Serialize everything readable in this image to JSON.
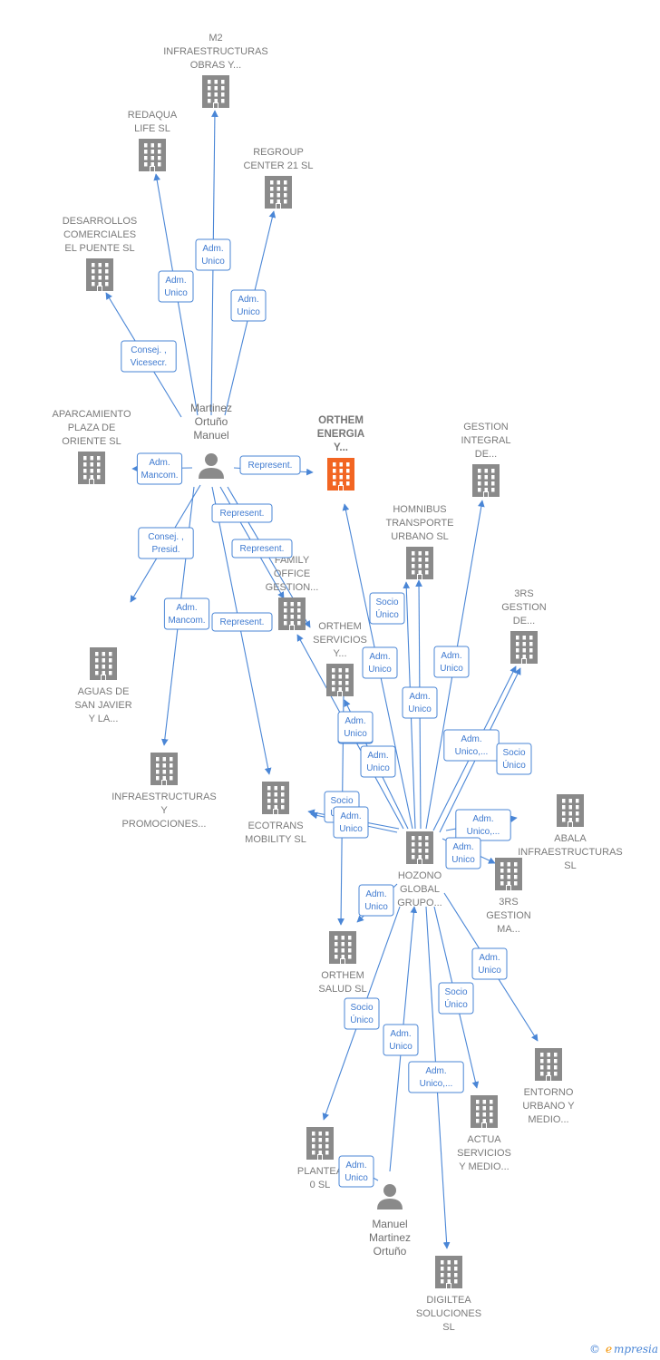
{
  "colors": {
    "building": "#8a8a8a",
    "focus_building": "#f26522",
    "person": "#8a8a8a",
    "edge": "#4a86d6",
    "tag_text": "#3f7ad0"
  },
  "nodes": [
    {
      "id": "m2",
      "label": [
        "M2",
        "INFRAESTRUCTURAS",
        "OBRAS Y..."
      ],
      "type": "company"
    },
    {
      "id": "redaqua",
      "label": [
        "REDAQUA",
        "LIFE  SL"
      ],
      "type": "company"
    },
    {
      "id": "regroup",
      "label": [
        "REGROUP",
        "CENTER 21 SL"
      ],
      "type": "company"
    },
    {
      "id": "desarrollos",
      "label": [
        "DESARROLLOS",
        "COMERCIALES",
        "EL PUENTE SL"
      ],
      "type": "company"
    },
    {
      "id": "aparcamiento",
      "label": [
        "APARCAMIENTO",
        "PLAZA DE",
        "ORIENTE SL"
      ],
      "type": "company"
    },
    {
      "id": "martinez",
      "label": [
        "Martinez",
        "Ortuño",
        "Manuel"
      ],
      "type": "person"
    },
    {
      "id": "orthem_energia",
      "label": [
        "ORTHEM",
        "ENERGIA",
        "Y..."
      ],
      "type": "focus"
    },
    {
      "id": "gestion_integral",
      "label": [
        "GESTION",
        "INTEGRAL",
        "DE..."
      ],
      "type": "company"
    },
    {
      "id": "homnibus",
      "label": [
        "HOMNIBUS",
        "TRANSPORTE",
        "URBANO  SL"
      ],
      "type": "company"
    },
    {
      "id": "family_office",
      "label": [
        "FAMILY",
        "OFFICE",
        "GESTION..."
      ],
      "type": "company"
    },
    {
      "id": "aguas",
      "label": [
        "AGUAS DE",
        "SAN JAVIER",
        "Y LA..."
      ],
      "type": "company"
    },
    {
      "id": "orthem_servicios",
      "label": [
        "ORTHEM",
        "SERVICIOS",
        "Y..."
      ],
      "type": "company"
    },
    {
      "id": "3rs_gestion_de",
      "label": [
        "3RS",
        "GESTION",
        "DE..."
      ],
      "type": "company"
    },
    {
      "id": "infraestructuras_promo",
      "label": [
        "INFRAESTRUCTURAS",
        "Y",
        "PROMOCIONES..."
      ],
      "type": "company"
    },
    {
      "id": "ecotrans",
      "label": [
        "ECOTRANS",
        "MOBILITY  SL"
      ],
      "type": "company"
    },
    {
      "id": "hozono",
      "label": [
        "HOZONO",
        "GLOBAL",
        "GRUPO..."
      ],
      "type": "company"
    },
    {
      "id": "abala",
      "label": [
        "ABALA",
        "INFRAESTRUCTURAS",
        "SL"
      ],
      "type": "company"
    },
    {
      "id": "3rs_gestion_ma",
      "label": [
        "3RS",
        "GESTION",
        "MA..."
      ],
      "type": "company"
    },
    {
      "id": "orthem_salud",
      "label": [
        "ORTHEM",
        "SALUD  SL"
      ],
      "type": "company"
    },
    {
      "id": "entorno",
      "label": [
        "ENTORNO",
        "URBANO Y",
        "MEDIO..."
      ],
      "type": "company"
    },
    {
      "id": "actua",
      "label": [
        "ACTUA",
        "SERVICIOS",
        "Y MEDIO..."
      ],
      "type": "company"
    },
    {
      "id": "plantea",
      "label": [
        "PLANTEA",
        "0 SL"
      ],
      "type": "company"
    },
    {
      "id": "manuel",
      "label": [
        "Manuel",
        "Martinez",
        "Ortuño"
      ],
      "type": "person"
    },
    {
      "id": "digiltea",
      "label": [
        "DIGILTEA",
        "SOLUCIONES",
        "SL"
      ],
      "type": "company"
    }
  ],
  "edges": [
    {
      "from": "martinez",
      "to": "m2",
      "tag": [
        "Adm.",
        "Unico"
      ]
    },
    {
      "from": "martinez",
      "to": "redaqua",
      "tag": [
        "Adm.",
        "Unico"
      ]
    },
    {
      "from": "martinez",
      "to": "regroup",
      "tag": [
        "Adm.",
        "Unico"
      ]
    },
    {
      "from": "martinez",
      "to": "desarrollos",
      "tag": [
        "Consej. ,",
        "Vicesecr."
      ]
    },
    {
      "from": "martinez",
      "to": "aparcamiento",
      "tag": [
        "Adm.",
        "Mancom."
      ]
    },
    {
      "from": "martinez",
      "to": "orthem_energia",
      "tag": [
        "Represent."
      ]
    },
    {
      "from": "martinez",
      "to": "aguas",
      "tag": [
        "Consej. ,",
        "Presid."
      ]
    },
    {
      "from": "martinez",
      "to": "family_office",
      "tag": [
        "Represent."
      ]
    },
    {
      "from": "martinez",
      "to": "orthem_servicios",
      "tag": [
        "Represent."
      ]
    },
    {
      "from": "martinez",
      "to": "infraestructuras_promo",
      "tag": [
        "Adm.",
        "Mancom."
      ]
    },
    {
      "from": "martinez",
      "to": "ecotrans",
      "tag": [
        "Represent."
      ]
    },
    {
      "from": "hozono",
      "to": "orthem_energia",
      "tag": [
        "Adm.",
        "Unico"
      ]
    },
    {
      "from": "hozono",
      "to": "homnibus",
      "tag": [
        "Socio",
        "Único"
      ]
    },
    {
      "from": "hozono",
      "to": "homnibus",
      "tag": [
        "Adm.",
        "Unico"
      ]
    },
    {
      "from": "hozono",
      "to": "gestion_integral",
      "tag": [
        "Adm.",
        "Unico"
      ]
    },
    {
      "from": "hozono",
      "to": "orthem_servicios",
      "tag": [
        "Adm.",
        "Unico"
      ]
    },
    {
      "from": "hozono",
      "to": "family_office",
      "tag": [
        "Adm.",
        "Unico"
      ]
    },
    {
      "from": "hozono",
      "to": "3rs_gestion_de",
      "tag": [
        "Adm.",
        "Unico,..."
      ]
    },
    {
      "from": "hozono",
      "to": "3rs_gestion_de",
      "tag": [
        "Socio",
        "Único"
      ]
    },
    {
      "from": "hozono",
      "to": "ecotrans",
      "tag": [
        "Socio",
        "Único"
      ]
    },
    {
      "from": "hozono",
      "to": "ecotrans",
      "tag": [
        "Adm.",
        "Unico"
      ]
    },
    {
      "from": "hozono",
      "to": "3rs_gestion_ma",
      "tag": [
        "Adm.",
        "Unico,..."
      ]
    },
    {
      "from": "hozono",
      "to": "3rs_gestion_ma",
      "tag": [
        "Adm.",
        "Unico"
      ]
    },
    {
      "from": "hozono",
      "to": "orthem_salud",
      "tag": [
        "Adm.",
        "Unico"
      ]
    },
    {
      "from": "hozono",
      "to": "entorno",
      "tag": [
        "Adm.",
        "Unico"
      ]
    },
    {
      "from": "hozono",
      "to": "actua",
      "tag": [
        "Socio",
        "Único"
      ]
    },
    {
      "from": "hozono",
      "to": "plantea",
      "tag": [
        "Socio",
        "Único"
      ]
    },
    {
      "from": "hozono",
      "to": "digiltea",
      "tag": [
        "Adm.",
        "Unico,..."
      ]
    },
    {
      "from": "manuel",
      "to": "hozono",
      "tag": [
        "Adm.",
        "Unico"
      ]
    },
    {
      "from": "manuel",
      "to": "plantea",
      "tag": [
        "Adm.",
        "Unico"
      ]
    },
    {
      "from": "orthem_servicios",
      "to": "orthem_salud",
      "tag": [
        "Adm.",
        "Unico"
      ]
    }
  ],
  "footer": {
    "copyright": "©",
    "brand": "mpresia",
    "brand_initial": "e"
  }
}
